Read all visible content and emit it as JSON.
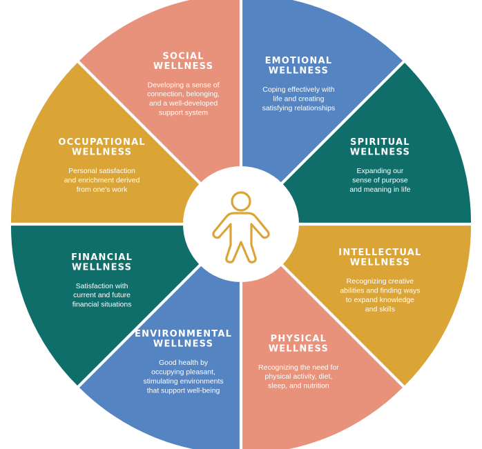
{
  "colors": {
    "salmon": "#E8927C",
    "blue": "#5584C2",
    "teal": "#106E6A",
    "gold": "#DBA437",
    "center_icon": "#DBA437",
    "center_bg": "#ffffff"
  },
  "center_icon": "person-icon",
  "segments": [
    {
      "id": "emotional",
      "color": "#5584C2",
      "title": [
        "EMOTIONAL",
        "WELLNESS"
      ],
      "description": [
        "Coping effectively with",
        "life and creating",
        "satisfying relationships"
      ]
    },
    {
      "id": "spiritual",
      "color": "#106E6A",
      "title": [
        "SPIRITUAL",
        "WELLNESS"
      ],
      "description": [
        "Expanding our",
        "sense of purpose",
        "and meaning in life"
      ]
    },
    {
      "id": "intellectual",
      "color": "#DBA437",
      "title": [
        "INTELLECTUAL",
        "WELLNESS"
      ],
      "description": [
        "Recognizing creative",
        "abilities and finding ways",
        "to expand knowledge",
        "and skills"
      ]
    },
    {
      "id": "physical",
      "color": "#E8927C",
      "title": [
        "PHYSICAL",
        "WELLNESS"
      ],
      "description": [
        "Recognizing the need for",
        "physical activity, diet,",
        "sleep, and nutrition"
      ]
    },
    {
      "id": "environmental",
      "color": "#5584C2",
      "title": [
        "ENVIRONMENTAL",
        "WELLNESS"
      ],
      "description": [
        "Good health by",
        "occupying pleasant,",
        "stimulating environments",
        "that support well-being"
      ]
    },
    {
      "id": "financial",
      "color": "#106E6A",
      "title": [
        "FINANCIAL",
        "WELLNESS"
      ],
      "description": [
        "Satisfaction with",
        "current and future",
        "financial situations"
      ]
    },
    {
      "id": "occupational",
      "color": "#DBA437",
      "title": [
        "OCCUPATIONAL",
        "WELLNESS"
      ],
      "description": [
        "Personal satisfaction",
        "and enrichment derived",
        "from one's work"
      ]
    },
    {
      "id": "social",
      "color": "#E8927C",
      "title": [
        "SOCIAL",
        "WELLNESS"
      ],
      "description": [
        "Developing a sense of",
        "connection, belonging,",
        "and a well-developed",
        "support system"
      ]
    }
  ]
}
